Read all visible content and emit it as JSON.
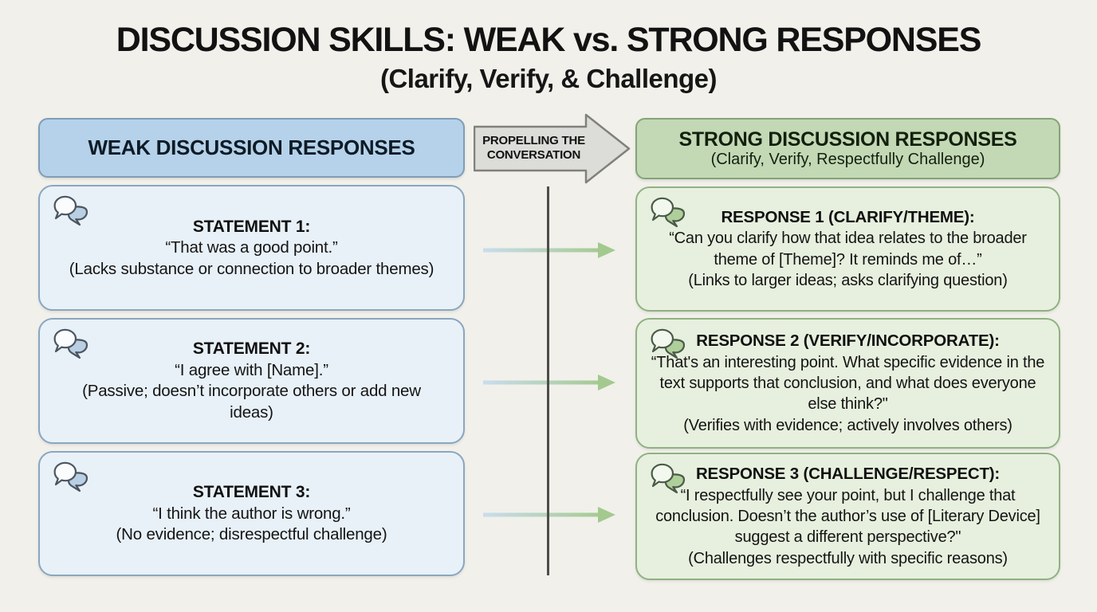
{
  "title": {
    "main": "DISCUSSION SKILLS: WEAK vs. STRONG RESPONSES",
    "subtitle": "(Clarify, Verify, & Challenge)"
  },
  "columns": {
    "weak": {
      "header": "WEAK DISCUSSION RESPONSES"
    },
    "strong": {
      "header_line1": "STRONG DISCUSSION RESPONSES",
      "header_line2": "(Clarify, Verify, Respectfully Challenge)"
    },
    "connector": {
      "label_line1": "PROPELLING THE",
      "label_line2": "CONVERSATION"
    }
  },
  "weak_items": [
    {
      "heading": "STATEMENT 1:",
      "quote": "“That was a good point.”",
      "note": "(Lacks substance or connection to broader themes)"
    },
    {
      "heading": "STATEMENT 2:",
      "quote": "“I agree with [Name].”",
      "note": "(Passive; doesn’t incorporate others or add new ideas)"
    },
    {
      "heading": "STATEMENT 3:",
      "quote": "“I think the author is wrong.”",
      "note": "(No evidence; disrespectful challenge)"
    }
  ],
  "strong_items": [
    {
      "heading": "RESPONSE 1 (CLARIFY/THEME):",
      "quote": "“Can you clarify how that idea relates to the broader theme of [Theme]? It reminds me of…”",
      "note": "(Links to larger ideas; asks clarifying question)"
    },
    {
      "heading": "RESPONSE 2 (VERIFY/INCORPORATE):",
      "quote": "“That's an interesting point. What specific evidence in the text supports that conclusion, and what does everyone else think?\"",
      "note": "(Verifies with evidence; actively involves others)"
    },
    {
      "heading": "RESPONSE 3 (CHALLENGE/RESPECT):",
      "quote": "“I respectfully see your point, but I challenge that conclusion. Doesn’t the author’s use of [Literary Device] suggest a different perspective?\"",
      "note": "(Challenges respectfully with specific reasons)"
    }
  ],
  "colors": {
    "background": "#f1f0ea",
    "weak_header_bg": "#b5d2ea",
    "weak_card_bg": "#e8f1f8",
    "weak_border": "#8aa6c0",
    "strong_header_bg": "#c3d9b5",
    "strong_card_bg": "#e7f0de",
    "strong_border": "#8fb281",
    "banner_bg": "#dcdcd8",
    "flow_arrow_blue": "#c9dded",
    "flow_arrow_green": "#a3c98f",
    "divider_line": "#4d4d4b"
  }
}
